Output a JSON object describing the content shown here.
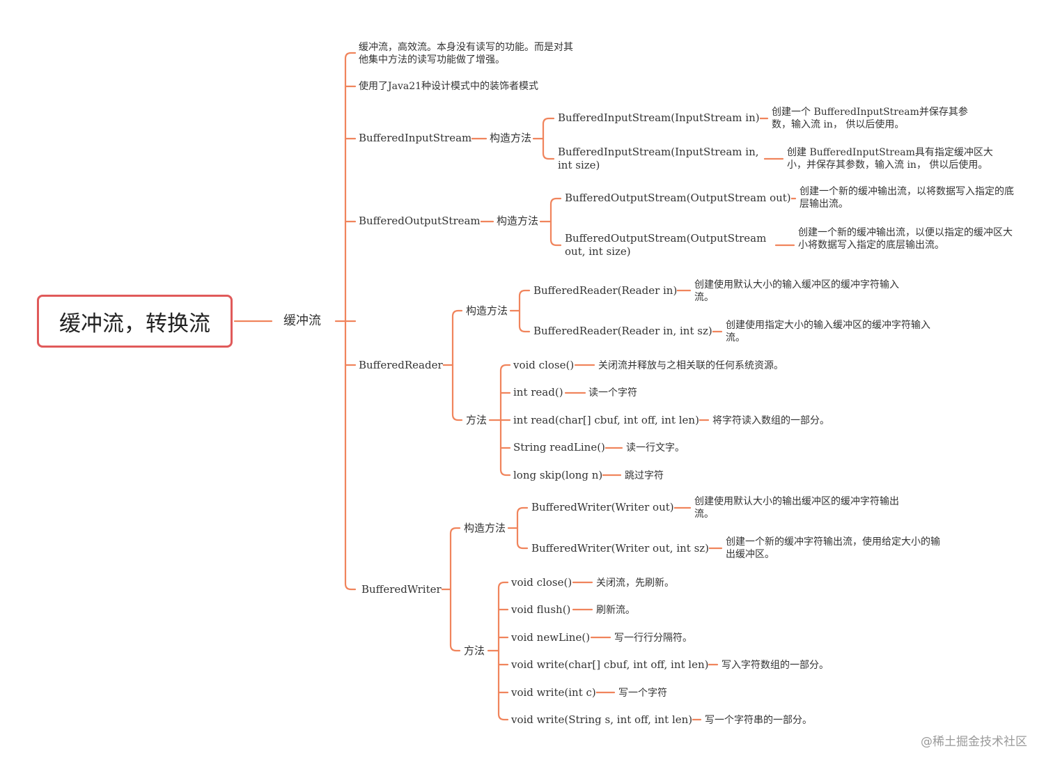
{
  "root": {
    "title": "缓冲流，转换流"
  },
  "level1": {
    "label": "缓冲流"
  },
  "intro": {
    "desc": "缓冲流，高效流。本身没有读写的功能。而是对其他集中方法的读写功能做了增强。",
    "pattern": "使用了Java21种设计模式中的装饰者模式"
  },
  "bis": {
    "label": "BufferedInputStream",
    "ctor_label": "构造方法",
    "ctor": [
      {
        "sig": "BufferedInputStream(InputStream in)",
        "desc": "创建一个 BufferedInputStream并保存其参数，输入流 in， 供以后使用。"
      },
      {
        "sig": "BufferedInputStream(InputStream in, int size)",
        "desc": "创建 BufferedInputStream具有指定缓冲区大小，并保存其参数，输入流 in， 供以后使用。"
      }
    ]
  },
  "bos": {
    "label": "BufferedOutputStream",
    "ctor_label": "构造方法",
    "ctor": [
      {
        "sig": "BufferedOutputStream(OutputStream out)",
        "desc": "创建一个新的缓冲输出流，以将数据写入指定的底层输出流。"
      },
      {
        "sig": "BufferedOutputStream(OutputStream out, int size)",
        "desc": "创建一个新的缓冲输出流，以便以指定的缓冲区大小将数据写入指定的底层输出流。"
      }
    ]
  },
  "reader": {
    "label": "BufferedReader",
    "ctor_label": "构造方法",
    "ctor": [
      {
        "sig": "BufferedReader(Reader in)",
        "desc": "创建使用默认大小的输入缓冲区的缓冲字符输入流。"
      },
      {
        "sig": "BufferedReader(Reader in, int sz)",
        "desc": "创建使用指定大小的输入缓冲区的缓冲字符输入流。"
      }
    ],
    "method_label": "方法",
    "methods": [
      {
        "sig": "void close()",
        "desc": "关闭流并释放与之相关联的任何系统资源。"
      },
      {
        "sig": "int read()",
        "desc": "读一个字符"
      },
      {
        "sig": "int read(char[] cbuf, int off, int len)",
        "desc": "将字符读入数组的一部分。"
      },
      {
        "sig": "String readLine()",
        "desc": "读一行文字。"
      },
      {
        "sig": "long skip(long n)",
        "desc": "跳过字符"
      }
    ]
  },
  "writer": {
    "label": "BufferedWriter",
    "ctor_label": "构造方法",
    "ctor": [
      {
        "sig": "BufferedWriter(Writer out)",
        "desc": "创建使用默认大小的输出缓冲区的缓冲字符输出流。"
      },
      {
        "sig": "BufferedWriter(Writer out, int sz)",
        "desc": "创建一个新的缓冲字符输出流，使用给定大小的输出缓冲区。"
      }
    ],
    "method_label": "方法",
    "methods": [
      {
        "sig": "void close()",
        "desc": "关闭流，先刷新。"
      },
      {
        "sig": "void flush()",
        "desc": "刷新流。"
      },
      {
        "sig": "void newLine()",
        "desc": "写一行行分隔符。"
      },
      {
        "sig": "void write(char[] cbuf, int off, int len)",
        "desc": "写入字符数组的一部分。"
      },
      {
        "sig": "void write(int c)",
        "desc": "写一个字符"
      },
      {
        "sig": "void write(String s, int off, int len)",
        "desc": "写一个字符串的一部分。"
      }
    ]
  },
  "watermark": "@稀土掘金技术社区",
  "colors": {
    "line": "#f0845c",
    "root_border": "#e05a5a",
    "text": "#333333"
  }
}
